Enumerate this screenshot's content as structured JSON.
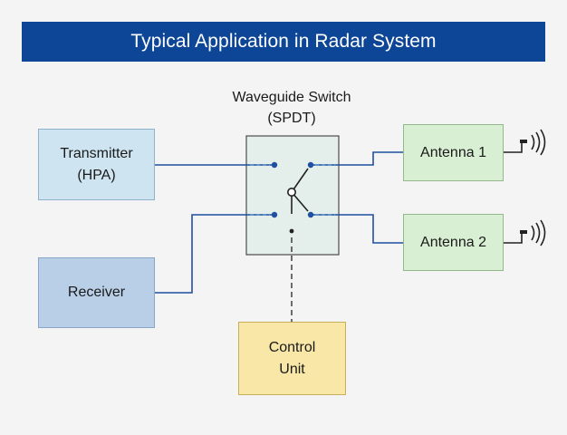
{
  "header": {
    "title": "Typical Application in Radar System"
  },
  "switch": {
    "title_line1": "Waveguide Switch",
    "title_line2": "(SPDT)"
  },
  "blocks": {
    "transmitter": {
      "line1": "Transmitter",
      "line2": "(HPA)"
    },
    "receiver": {
      "label": "Receiver"
    },
    "antenna1": {
      "label": "Antenna 1"
    },
    "antenna2": {
      "label": "Antenna 2"
    },
    "control": {
      "line1": "Control",
      "line2": "Unit"
    }
  },
  "colors": {
    "banner": "#0d4597",
    "signal_line": "#1f4fa0",
    "control_line": "#333333",
    "switch_fill": "#e4efeb"
  },
  "icons": [
    "antenna-icon",
    "antenna-icon"
  ]
}
